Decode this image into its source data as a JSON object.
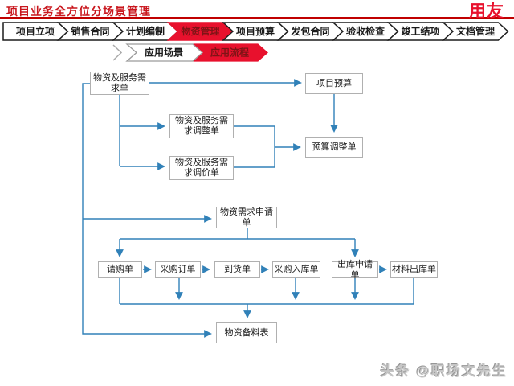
{
  "page": {
    "title": "项目业务全方位分场景管理",
    "logo": "用友",
    "watermark": "头条 @职场文先生"
  },
  "colors": {
    "accent_red": "#e8112d",
    "title_red": "#c9161d",
    "divider_red": "#c00000",
    "active_tab_text": "#7e1416",
    "connector_blue": "#3181b8",
    "box_border_gray": "#b0b0b0"
  },
  "nav": {
    "items": [
      {
        "label": "项目立项",
        "active": false
      },
      {
        "label": "销售合同",
        "active": false
      },
      {
        "label": "计划编制",
        "active": false
      },
      {
        "label": "物资管理",
        "active": true
      },
      {
        "label": "项目预算",
        "active": false
      },
      {
        "label": "发包合同",
        "active": false
      },
      {
        "label": "验收检查",
        "active": false
      },
      {
        "label": "竣工结项",
        "active": false
      },
      {
        "label": "文档管理",
        "active": false
      }
    ]
  },
  "subnav": {
    "items": [
      {
        "label": "应用场景",
        "active": false
      },
      {
        "label": "应用流程",
        "active": true
      }
    ]
  },
  "flowchart": {
    "nodes": [
      {
        "id": "material-service-demand",
        "label": "物资及服务需求单"
      },
      {
        "id": "project-budget",
        "label": "项目预算"
      },
      {
        "id": "demand-adjust",
        "label": "物资及服务需求调整单"
      },
      {
        "id": "budget-adjust",
        "label": "预算调整单"
      },
      {
        "id": "demand-reprice",
        "label": "物资及服务需求调价单"
      },
      {
        "id": "material-request",
        "label": "物资需求申请单"
      },
      {
        "id": "purchase-requisition",
        "label": "请购单"
      },
      {
        "id": "purchase-order",
        "label": "采购订单"
      },
      {
        "id": "goods-arrival",
        "label": "到货单"
      },
      {
        "id": "purchase-inbound",
        "label": "采购入库单"
      },
      {
        "id": "outbound-request",
        "label": "出库申请单"
      },
      {
        "id": "material-outbound",
        "label": "材料出库单"
      },
      {
        "id": "material-prepare-list",
        "label": "物资备料表"
      }
    ],
    "edges": [
      {
        "from": "material-service-demand",
        "to": "project-budget"
      },
      {
        "from": "material-service-demand",
        "to": "demand-adjust"
      },
      {
        "from": "material-service-demand",
        "to": "demand-reprice"
      },
      {
        "from": "demand-adjust",
        "to": "budget-adjust"
      },
      {
        "from": "demand-reprice",
        "to": "budget-adjust"
      },
      {
        "from": "project-budget",
        "to": "budget-adjust"
      },
      {
        "from": "material-service-demand",
        "to": "material-request"
      },
      {
        "from": "material-service-demand",
        "to": "material-prepare-list"
      },
      {
        "from": "material-request",
        "to": "purchase-requisition"
      },
      {
        "from": "material-request",
        "to": "outbound-request"
      },
      {
        "from": "purchase-requisition",
        "to": "purchase-order"
      },
      {
        "from": "purchase-order",
        "to": "goods-arrival"
      },
      {
        "from": "goods-arrival",
        "to": "purchase-inbound"
      },
      {
        "from": "outbound-request",
        "to": "material-outbound"
      },
      {
        "from": "purchase-requisition",
        "to": "material-prepare-list"
      },
      {
        "from": "purchase-order",
        "to": "material-prepare-list"
      },
      {
        "from": "purchase-inbound",
        "to": "material-prepare-list"
      },
      {
        "from": "outbound-request",
        "to": "material-prepare-list"
      },
      {
        "from": "material-outbound",
        "to": "material-prepare-list"
      }
    ]
  }
}
